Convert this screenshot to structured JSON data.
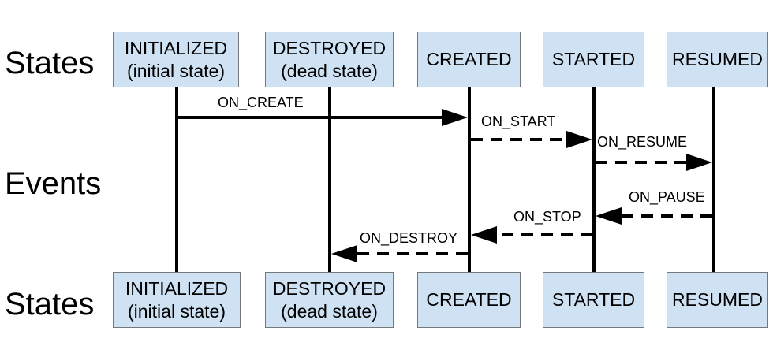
{
  "row_labels": {
    "top": "States",
    "middle": "Events",
    "bottom": "States"
  },
  "states": [
    {
      "id": "initialized",
      "line1": "INITIALIZED",
      "line2": "(initial state)"
    },
    {
      "id": "destroyed",
      "line1": "DESTROYED",
      "line2": "(dead state)"
    },
    {
      "id": "created",
      "line1": "CREATED",
      "line2": ""
    },
    {
      "id": "started",
      "line1": "STARTED",
      "line2": ""
    },
    {
      "id": "resumed",
      "line1": "RESUMED",
      "line2": ""
    }
  ],
  "events": [
    {
      "id": "on-create",
      "label": "ON_CREATE",
      "from": "initialized",
      "to": "created",
      "style": "solid"
    },
    {
      "id": "on-start",
      "label": "ON_START",
      "from": "created",
      "to": "started",
      "style": "dashed"
    },
    {
      "id": "on-resume",
      "label": "ON_RESUME",
      "from": "started",
      "to": "resumed",
      "style": "dashed"
    },
    {
      "id": "on-pause",
      "label": "ON_PAUSE",
      "from": "resumed",
      "to": "started",
      "style": "dashed"
    },
    {
      "id": "on-stop",
      "label": "ON_STOP",
      "from": "started",
      "to": "created",
      "style": "dashed"
    },
    {
      "id": "on-destroy",
      "label": "ON_DESTROY",
      "from": "created",
      "to": "destroyed",
      "style": "dashed"
    }
  ]
}
